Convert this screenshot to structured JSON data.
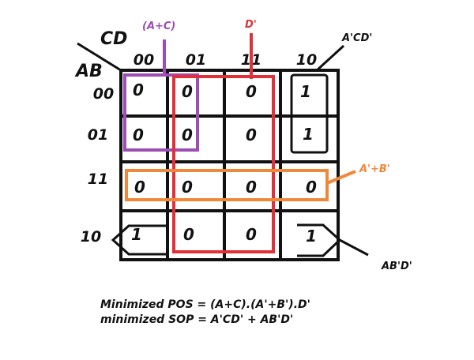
{
  "kmap": {
    "row_var": "AB",
    "col_var": "CD",
    "col_labels": [
      "00",
      "01",
      "11",
      "10"
    ],
    "row_labels": [
      "00",
      "01",
      "11",
      "10"
    ],
    "cells": [
      [
        "0",
        "0",
        "0",
        "1"
      ],
      [
        "0",
        "0",
        "0",
        "1"
      ],
      [
        "0",
        "0",
        "0",
        "0"
      ],
      [
        "1",
        "0",
        "0",
        "1"
      ]
    ]
  },
  "groups": {
    "a_plus_c": {
      "label": "(A+C)",
      "color": "#9b4fb3"
    },
    "d_prime": {
      "label": "D'",
      "color": "#e0303a"
    },
    "a_prime_plus_b_prime": {
      "label": "A'+B'",
      "color": "#f0883a"
    },
    "a_prime_c_d_prime": {
      "label": "A'CD'",
      "color": "#111111"
    },
    "a_b_prime_d_prime": {
      "label": "AB'D'",
      "color": "#111111"
    }
  },
  "equations": {
    "pos": "Minimized POS = (A+C).(A'+B').D'",
    "sop": "minimized SOP = A'CD' + AB'D'"
  }
}
